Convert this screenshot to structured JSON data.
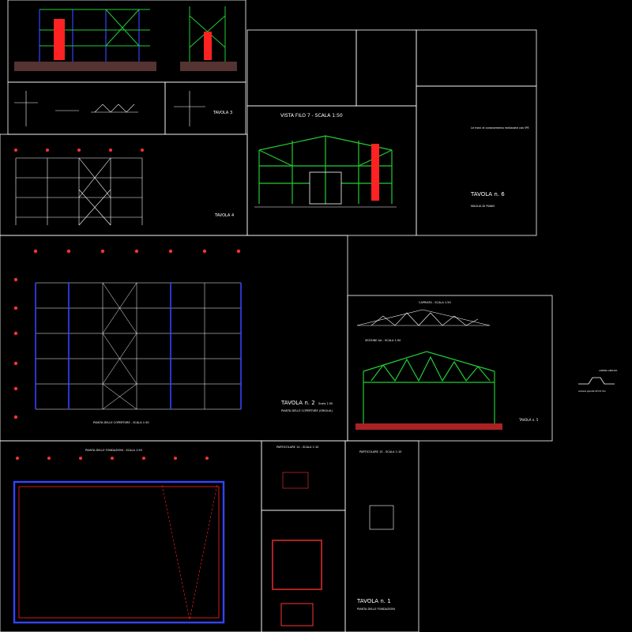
{
  "colors": {
    "background": "#000000",
    "sheet_border": "#ffffff",
    "dimension": "#ff3333",
    "structure_green": "#22cc33",
    "column_blue": "#3344ff",
    "label_text": "#ffffff",
    "concrete": "#aa2222",
    "accent_red": "#ff2222"
  },
  "drawing": {
    "view_title": "VISTA FILO 7 - SCALA 1:50",
    "tavola_6": {
      "title": "TAVOLA n. 6",
      "subtitle": "MAGLIA DI PIANO"
    },
    "tavola_4": {
      "title": "TAVOLA 4"
    },
    "tavola_3": {
      "title": "TAVOLA 3"
    },
    "tavola_2": {
      "title": "TAVOLA n. 2",
      "scale": "Scala 1:50",
      "subtitle": "PIANTA DELLE COPERTURE (GRIGLIA)"
    },
    "tavola_1": {
      "title": "TAVOLA n. 1",
      "subtitle": "PIANTA DELLE FONDAZIONI"
    },
    "tavola_5": {
      "title": "TAVOLA n. 5"
    },
    "pianta_fondazioni": "PIANTA DELLE FONDAZIONI - SCALA 1:50",
    "particolare_a": "PARTICOLARE 14 - SCALA 1:10",
    "particolare_b": "PARTICOLARE 15 - SCALA 1:10",
    "sezione_label": "SEZIONE AA - SCALA 1:50",
    "capriata_label": "CAPRIATA - SCALA 1:50",
    "coperture_label": "PIANTA DELLE COPERTURE - SCALA 1:50",
    "note_text": "Le travi di coronamento realizzate con IPE",
    "lamiera_label": "LAMIERA GRECATA",
    "lamiera_note": "Lamiera grecata SP 0.6 mm"
  }
}
